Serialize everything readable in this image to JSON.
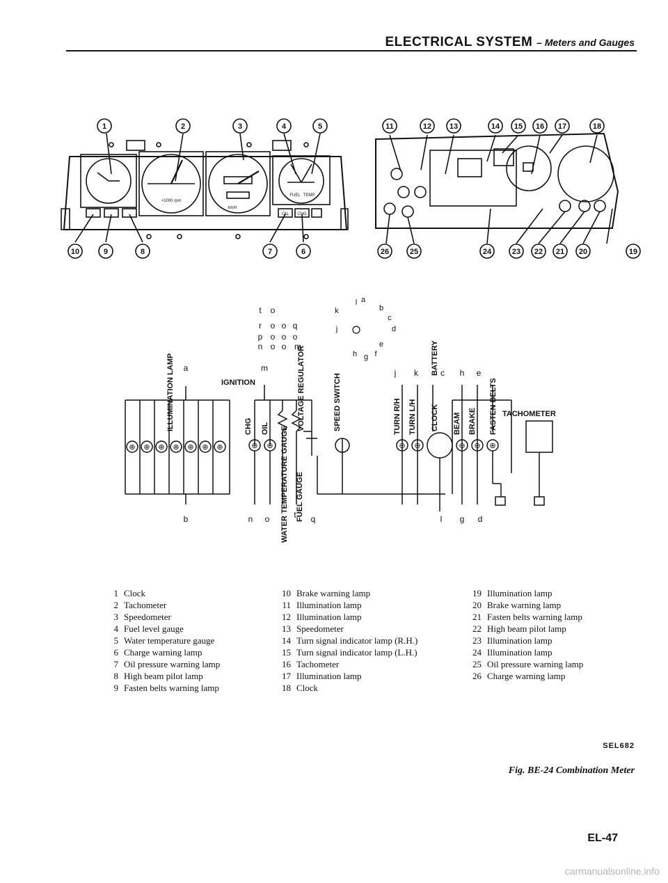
{
  "header": {
    "title": "ELECTRICAL SYSTEM",
    "subtitle": "– Meters and Gauges"
  },
  "figure": {
    "callouts_top": [
      "1",
      "2",
      "3",
      "4",
      "5",
      "11",
      "12",
      "13",
      "14",
      "15",
      "16",
      "17",
      "18"
    ],
    "callouts_bottom": [
      "10",
      "9",
      "8",
      "7",
      "6",
      "26",
      "25",
      "24",
      "23",
      "22",
      "21",
      "20",
      "19"
    ],
    "cluster_labels": [
      "×1000 rpm",
      "km/h",
      "FUEL",
      "TEMP",
      "OIL",
      "CHG"
    ],
    "connector_left": {
      "rows": [
        [
          "t",
          "o"
        ],
        [
          "r",
          "o",
          "o",
          "q"
        ],
        [
          "p",
          "o",
          "o",
          "o"
        ],
        [
          "n",
          "o",
          "o",
          "m"
        ]
      ]
    },
    "connector_right": {
      "letters": [
        "l",
        "a",
        "b",
        "c",
        "d",
        "e",
        "f",
        "g",
        "h",
        "j",
        "k"
      ]
    },
    "circuit_labels": {
      "illumination_lamp": "ILLUMINATION LAMP",
      "ignition": "IGNITION",
      "chg": "CHG",
      "oil": "OIL",
      "water_temperature_gauge": "WATER TEMPERATURE GAUGE",
      "fuel_gauge": "FUEL GAUGE",
      "voltage_regulator": "VOLTAGE REGULATOR",
      "speed_switch": "SPEED SWITCH",
      "turn_rh": "TURN R/H",
      "turn_lh": "TURN L/H",
      "clock": "CLOCK",
      "battery": "BATTERY",
      "beam": "BEAM",
      "brake": "BRAKE",
      "fasten_belts": "FASTEN BELTS",
      "tachometer": "TACHOMETER"
    },
    "terminal_letters": {
      "a": "a",
      "b": "b",
      "m": "m",
      "n": "n",
      "o": "o",
      "t": "t",
      "q": "q",
      "j": "j",
      "k": "k",
      "c": "c",
      "h": "h",
      "e": "e",
      "l": "l",
      "g": "g",
      "d": "d"
    }
  },
  "legend": {
    "col1": [
      {
        "n": "1",
        "text": "Clock"
      },
      {
        "n": "2",
        "text": "Tachometer"
      },
      {
        "n": "3",
        "text": "Speedometer"
      },
      {
        "n": "4",
        "text": "Fuel level gauge"
      },
      {
        "n": "5",
        "text": "Water temperature gauge"
      },
      {
        "n": "6",
        "text": "Charge warning lamp"
      },
      {
        "n": "7",
        "text": "Oil pressure warning lamp"
      },
      {
        "n": "8",
        "text": "High beam pilot lamp"
      },
      {
        "n": "9",
        "text": "Fasten belts warning lamp"
      }
    ],
    "col2": [
      {
        "n": "10",
        "text": "Brake warning lamp"
      },
      {
        "n": "11",
        "text": "Illumination lamp"
      },
      {
        "n": "12",
        "text": "Illumination lamp"
      },
      {
        "n": "13",
        "text": "Speedometer"
      },
      {
        "n": "14",
        "text": "Turn signal indicator lamp (R.H.)"
      },
      {
        "n": "15",
        "text": "Turn signal indicator lamp (L.H.)"
      },
      {
        "n": "16",
        "text": "Tachometer"
      },
      {
        "n": "17",
        "text": "Illumination lamp"
      },
      {
        "n": "18",
        "text": "Clock"
      }
    ],
    "col3": [
      {
        "n": "19",
        "text": "Illumination lamp"
      },
      {
        "n": "20",
        "text": "Brake warning lamp"
      },
      {
        "n": "21",
        "text": "Fasten belts warning lamp"
      },
      {
        "n": "22",
        "text": "High beam pilot lamp"
      },
      {
        "n": "23",
        "text": "Illumination lamp"
      },
      {
        "n": "24",
        "text": "Illumination lamp"
      },
      {
        "n": "25",
        "text": "Oil pressure warning lamp"
      },
      {
        "n": "26",
        "text": "Charge warning lamp"
      }
    ]
  },
  "figure_code": "SEL682",
  "caption": "Fig. BE-24 Combination Meter",
  "page_number": "EL-47",
  "watermark": "carmanualsonline.info"
}
